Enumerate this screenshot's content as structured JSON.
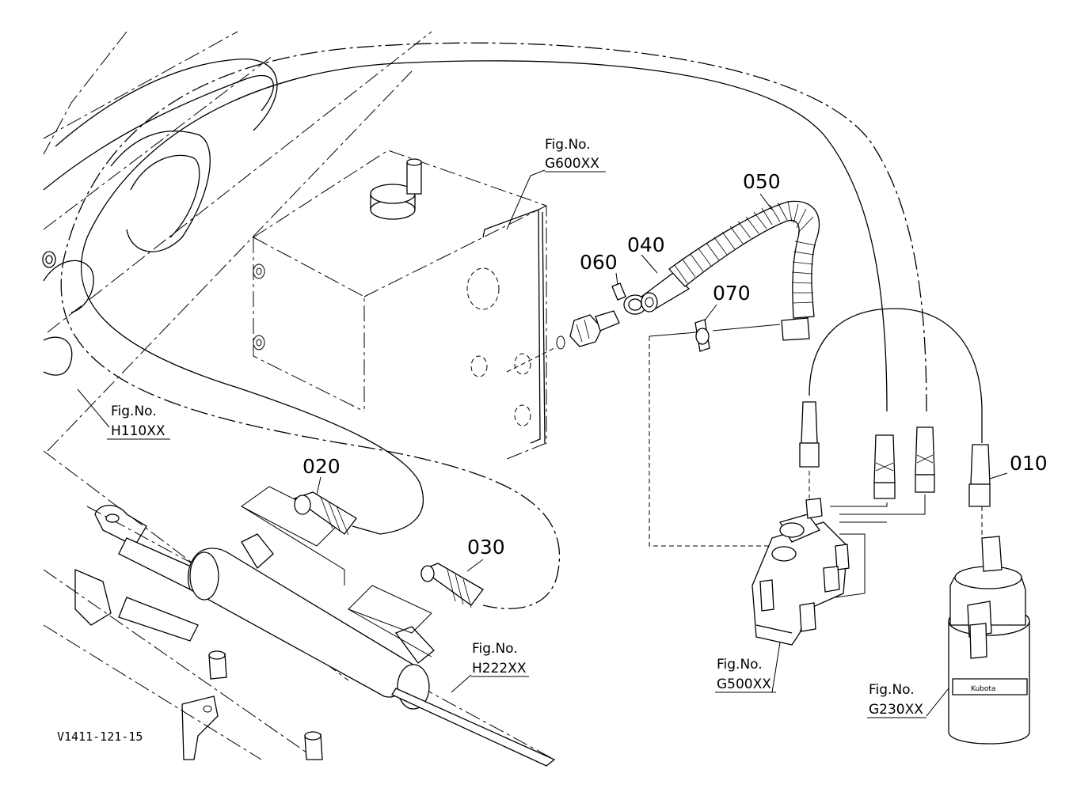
{
  "diagram": {
    "drawing_code": "V1411-121-15",
    "parts": [
      {
        "id": "010",
        "label": "010"
      },
      {
        "id": "020",
        "label": "020"
      },
      {
        "id": "030",
        "label": "030"
      },
      {
        "id": "040",
        "label": "040"
      },
      {
        "id": "050",
        "label": "050"
      },
      {
        "id": "060",
        "label": "060"
      },
      {
        "id": "070",
        "label": "070"
      }
    ],
    "figure_refs": [
      {
        "id": "g600",
        "title": "Fig.No.",
        "code": "G600XX"
      },
      {
        "id": "h110",
        "title": "Fig.No.",
        "code": "H110XX"
      },
      {
        "id": "h222",
        "title": "Fig.No.",
        "code": "H222XX"
      },
      {
        "id": "g500",
        "title": "Fig.No.",
        "code": "G500XX"
      },
      {
        "id": "g230",
        "title": "Fig.No.",
        "code": "G230XX"
      }
    ],
    "filter_brand": "Kubota"
  }
}
